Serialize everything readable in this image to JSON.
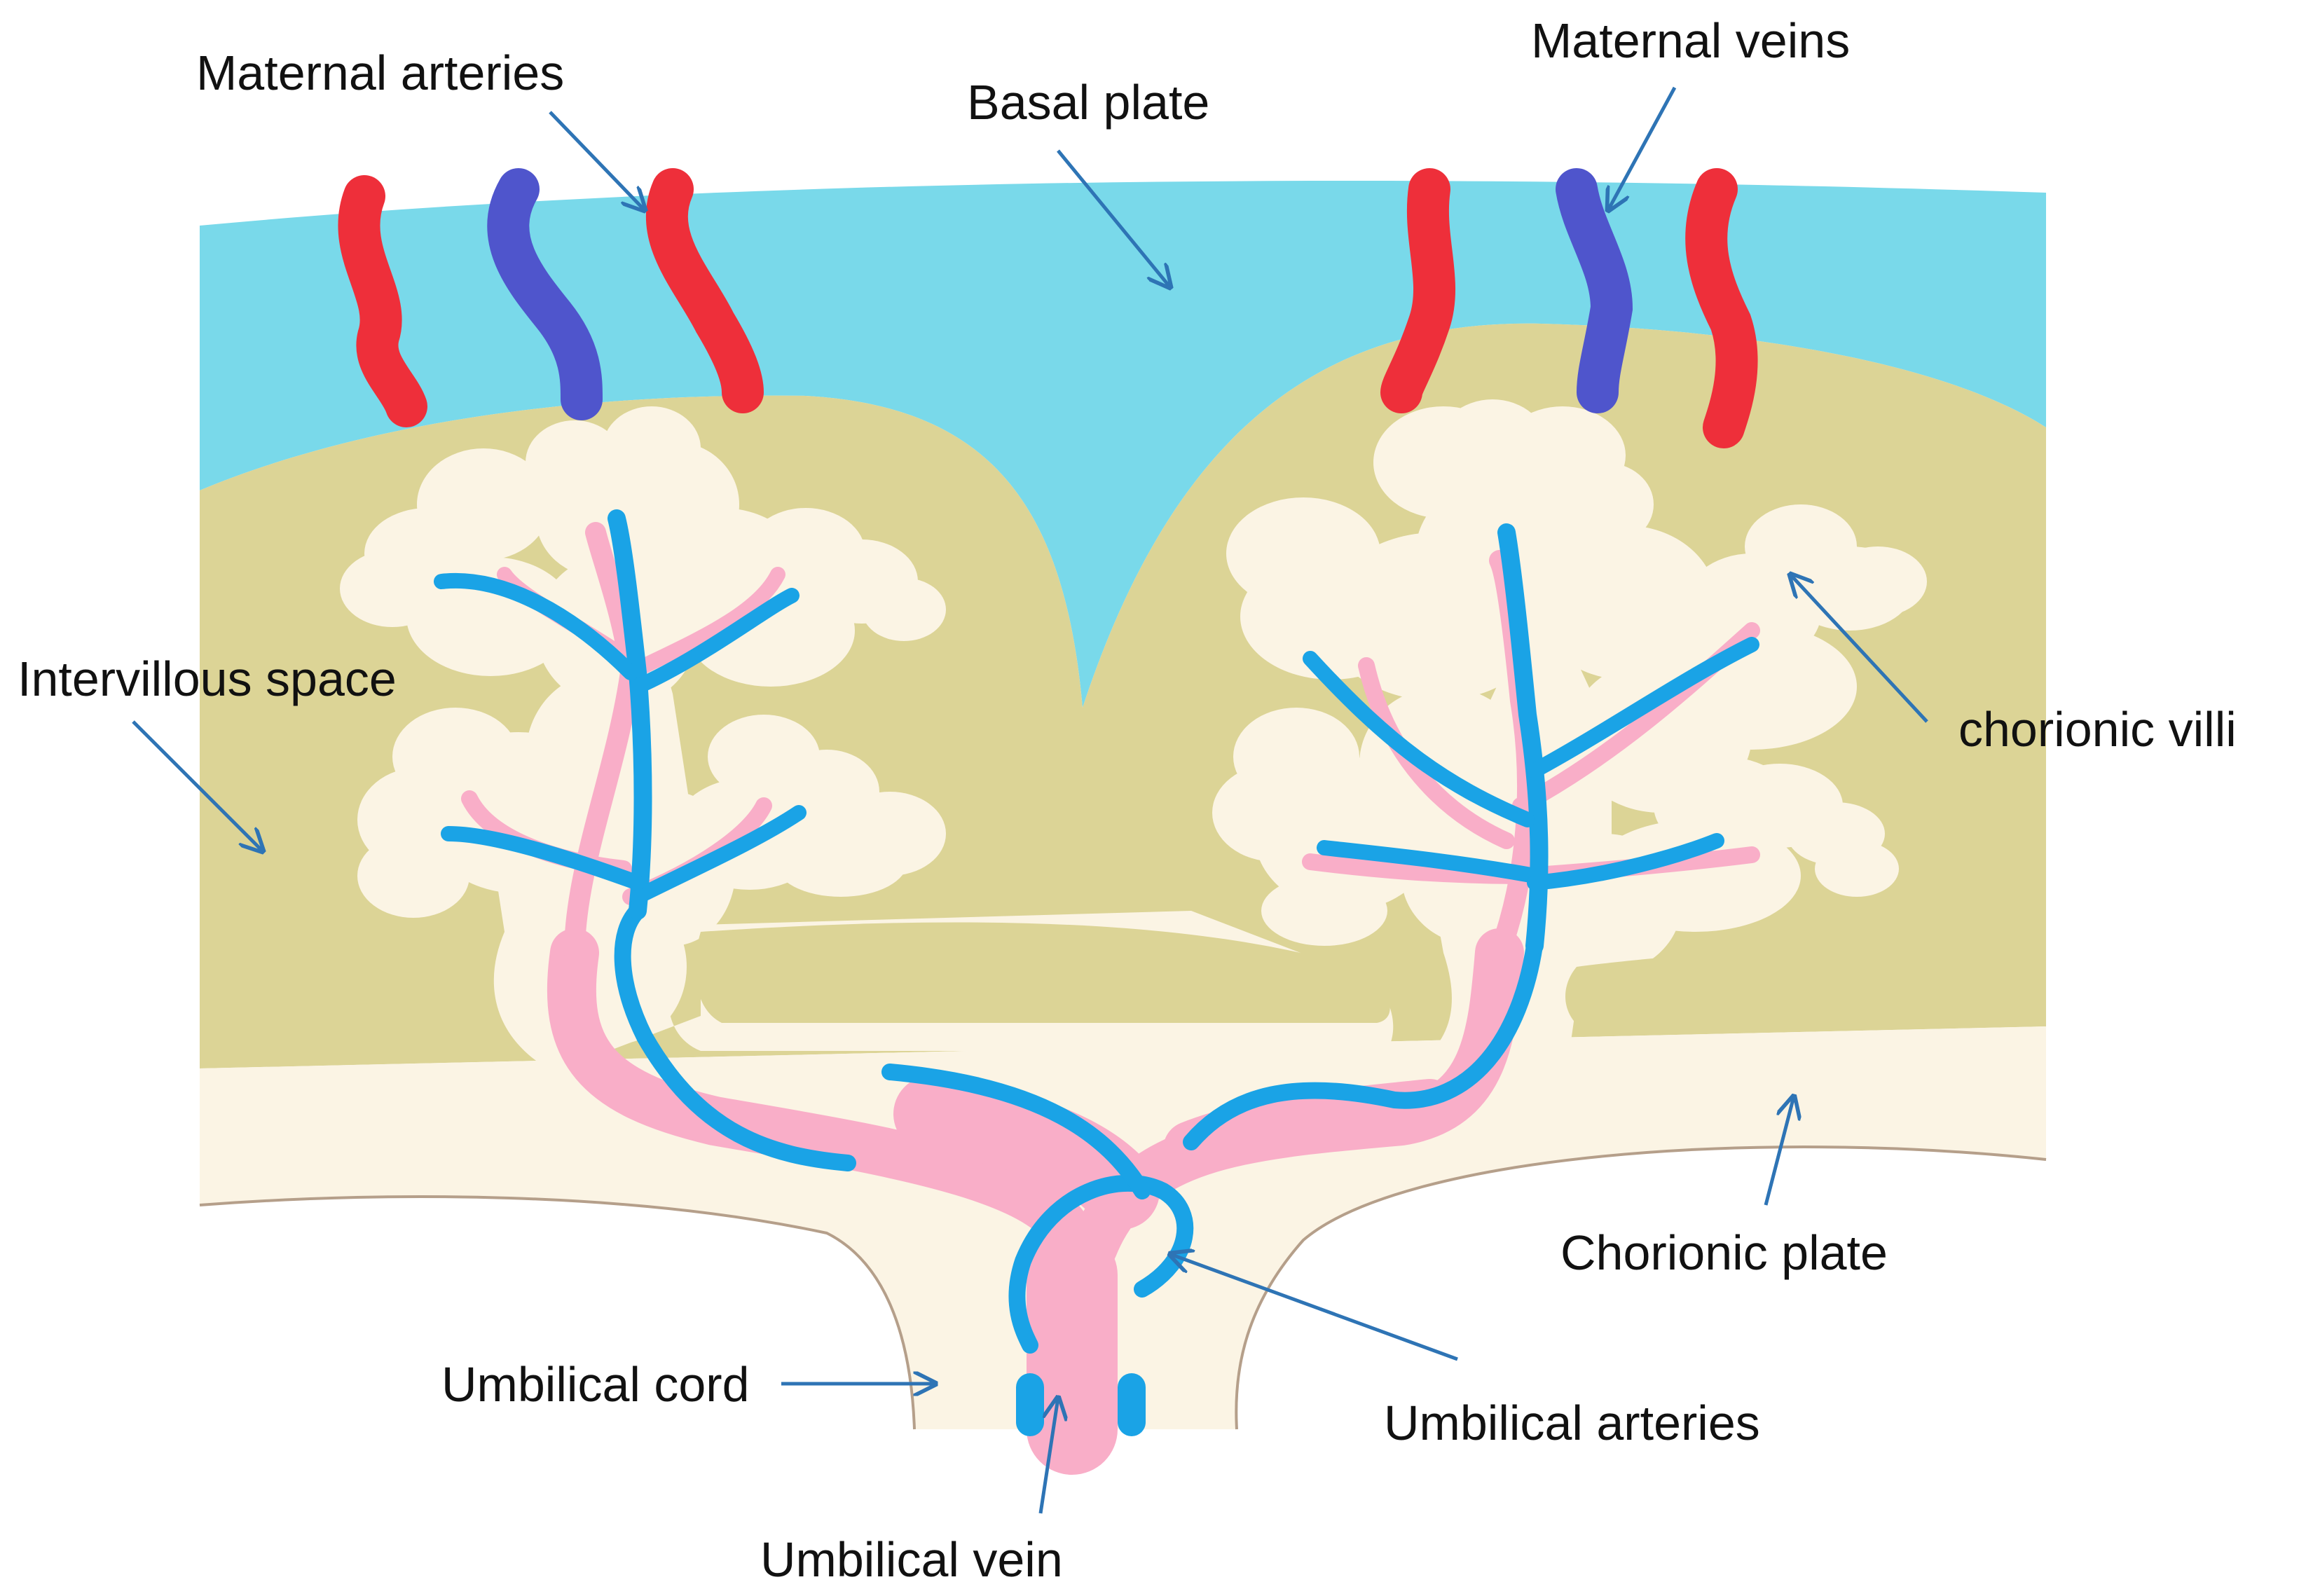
{
  "labels": {
    "maternal_arteries": "Maternal arteries",
    "maternal_veins": "Maternal  veins",
    "basal_plate": "Basal plate",
    "intervillous_space": "Intervillous space",
    "chorionic_villi": "chorionic villi",
    "chorionic_plate": "Chorionic plate",
    "umbilical_cord": "Umbilical cord",
    "umbilical_arteries": "Umbilical arteries",
    "umbilical_vein": "Umbilical vein"
  },
  "colors": {
    "basal_plate": "#79d9ea",
    "intervillous_space": "#dcd496",
    "villi_tissue": "#fbf4e4",
    "umbilical_arteries_vessel": "#f9aec8",
    "umbilical_vein_vessel": "#1aa3e6",
    "maternal_artery": "#ee2f3a",
    "maternal_vein": "#4f55cc",
    "arrow": "#2e74b5"
  }
}
